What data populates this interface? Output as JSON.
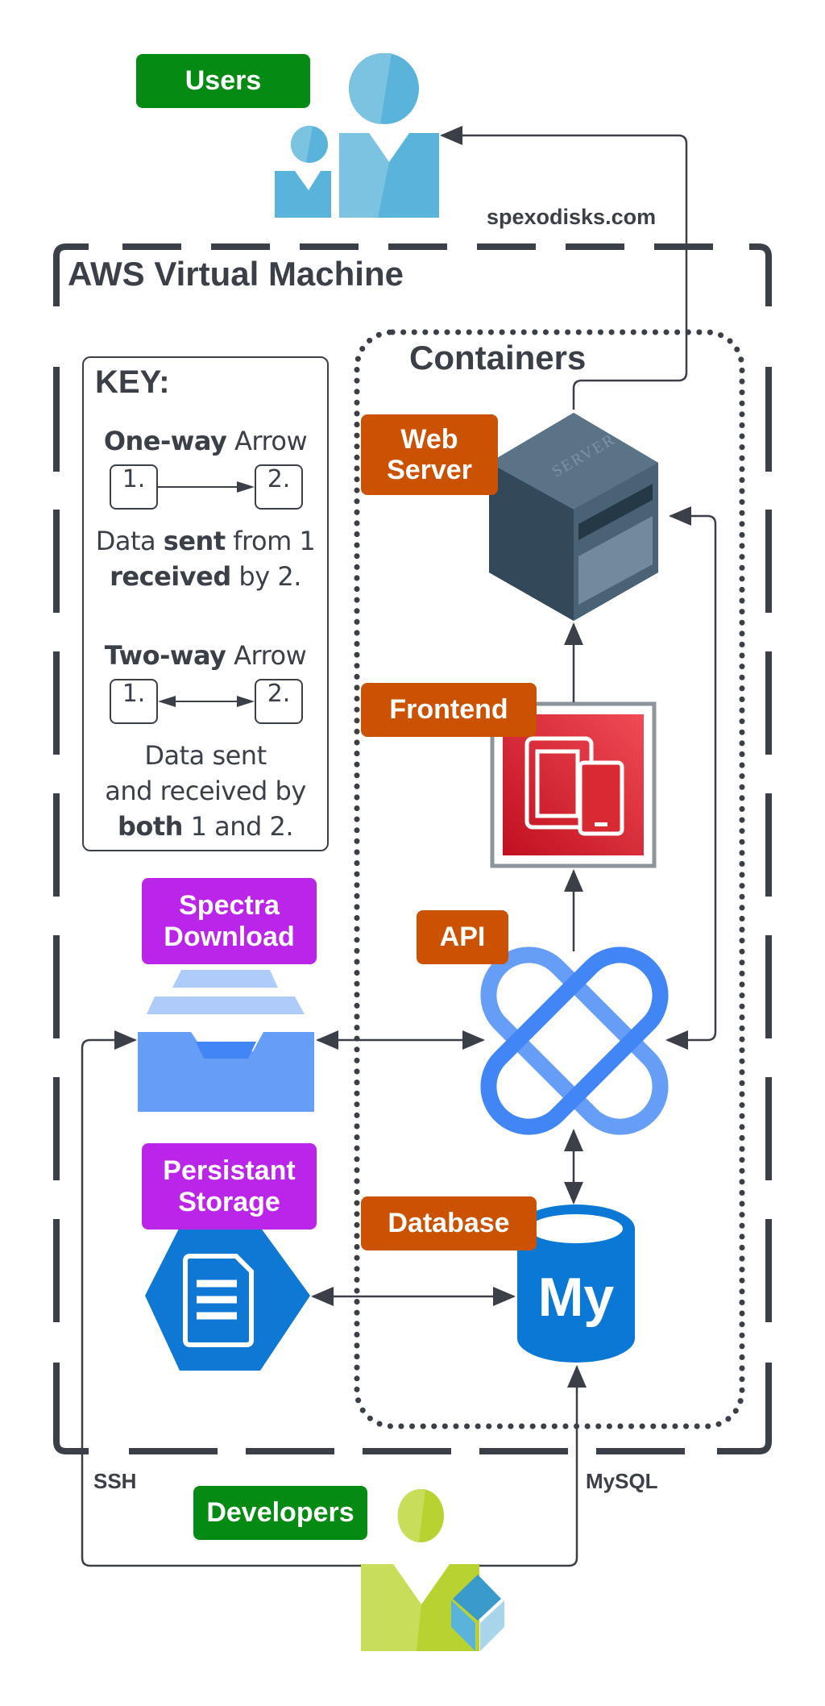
{
  "diagram": {
    "actors": {
      "users": "Users",
      "developers": "Developers"
    },
    "boundaries": {
      "vm": "AWS Virtual Machine",
      "containers": "Containers"
    },
    "components": {
      "web_server": "Web Server",
      "frontend": "Frontend",
      "api": "API",
      "database": "Database",
      "spectra_download": "Spectra Download",
      "persistent_storage": "Persistant Storage"
    },
    "edge_labels": {
      "domain": "spexodisks.com",
      "ssh": "SSH",
      "mysql": "MySQL"
    },
    "server_icon_text": "SERVER",
    "db_icon_text": "My",
    "key": {
      "title": "KEY:",
      "one_way": {
        "bold": "One-way",
        "rest": " Arrow",
        "box1": "1.",
        "box2": "2.",
        "desc_1a": "Data ",
        "desc_1b": "sent",
        "desc_1c": " from 1",
        "desc_2a": "received",
        "desc_2b": " by 2."
      },
      "two_way": {
        "bold": "Two-way",
        "rest": " Arrow",
        "box1": "1.",
        "box2": "2.",
        "desc_1": "Data sent",
        "desc_2": "and received by",
        "desc_3a": "both",
        "desc_3b": " 1 and 2."
      }
    },
    "edges": [
      {
        "from": "Web Server",
        "to": "Users",
        "type": "one-way",
        "label": "spexodisks.com"
      },
      {
        "from": "Frontend",
        "to": "Web Server",
        "type": "one-way"
      },
      {
        "from": "API",
        "to": "Frontend",
        "type": "one-way"
      },
      {
        "from": "Web Server",
        "to": "API",
        "type": "two-way"
      },
      {
        "from": "Spectra Download",
        "to": "API",
        "type": "two-way"
      },
      {
        "from": "API",
        "to": "Database",
        "type": "two-way"
      },
      {
        "from": "Persistant Storage",
        "to": "Database",
        "type": "two-way"
      },
      {
        "from": "Developers",
        "to": "Spectra Download",
        "type": "one-way",
        "label": "SSH"
      },
      {
        "from": "Developers",
        "to": "Database",
        "type": "one-way",
        "label": "MySQL"
      }
    ],
    "colors": {
      "actor_label": "#058a13",
      "container_label": "#cc5203",
      "storage_label": "#bb25ea",
      "line": "#3a3f48"
    }
  }
}
